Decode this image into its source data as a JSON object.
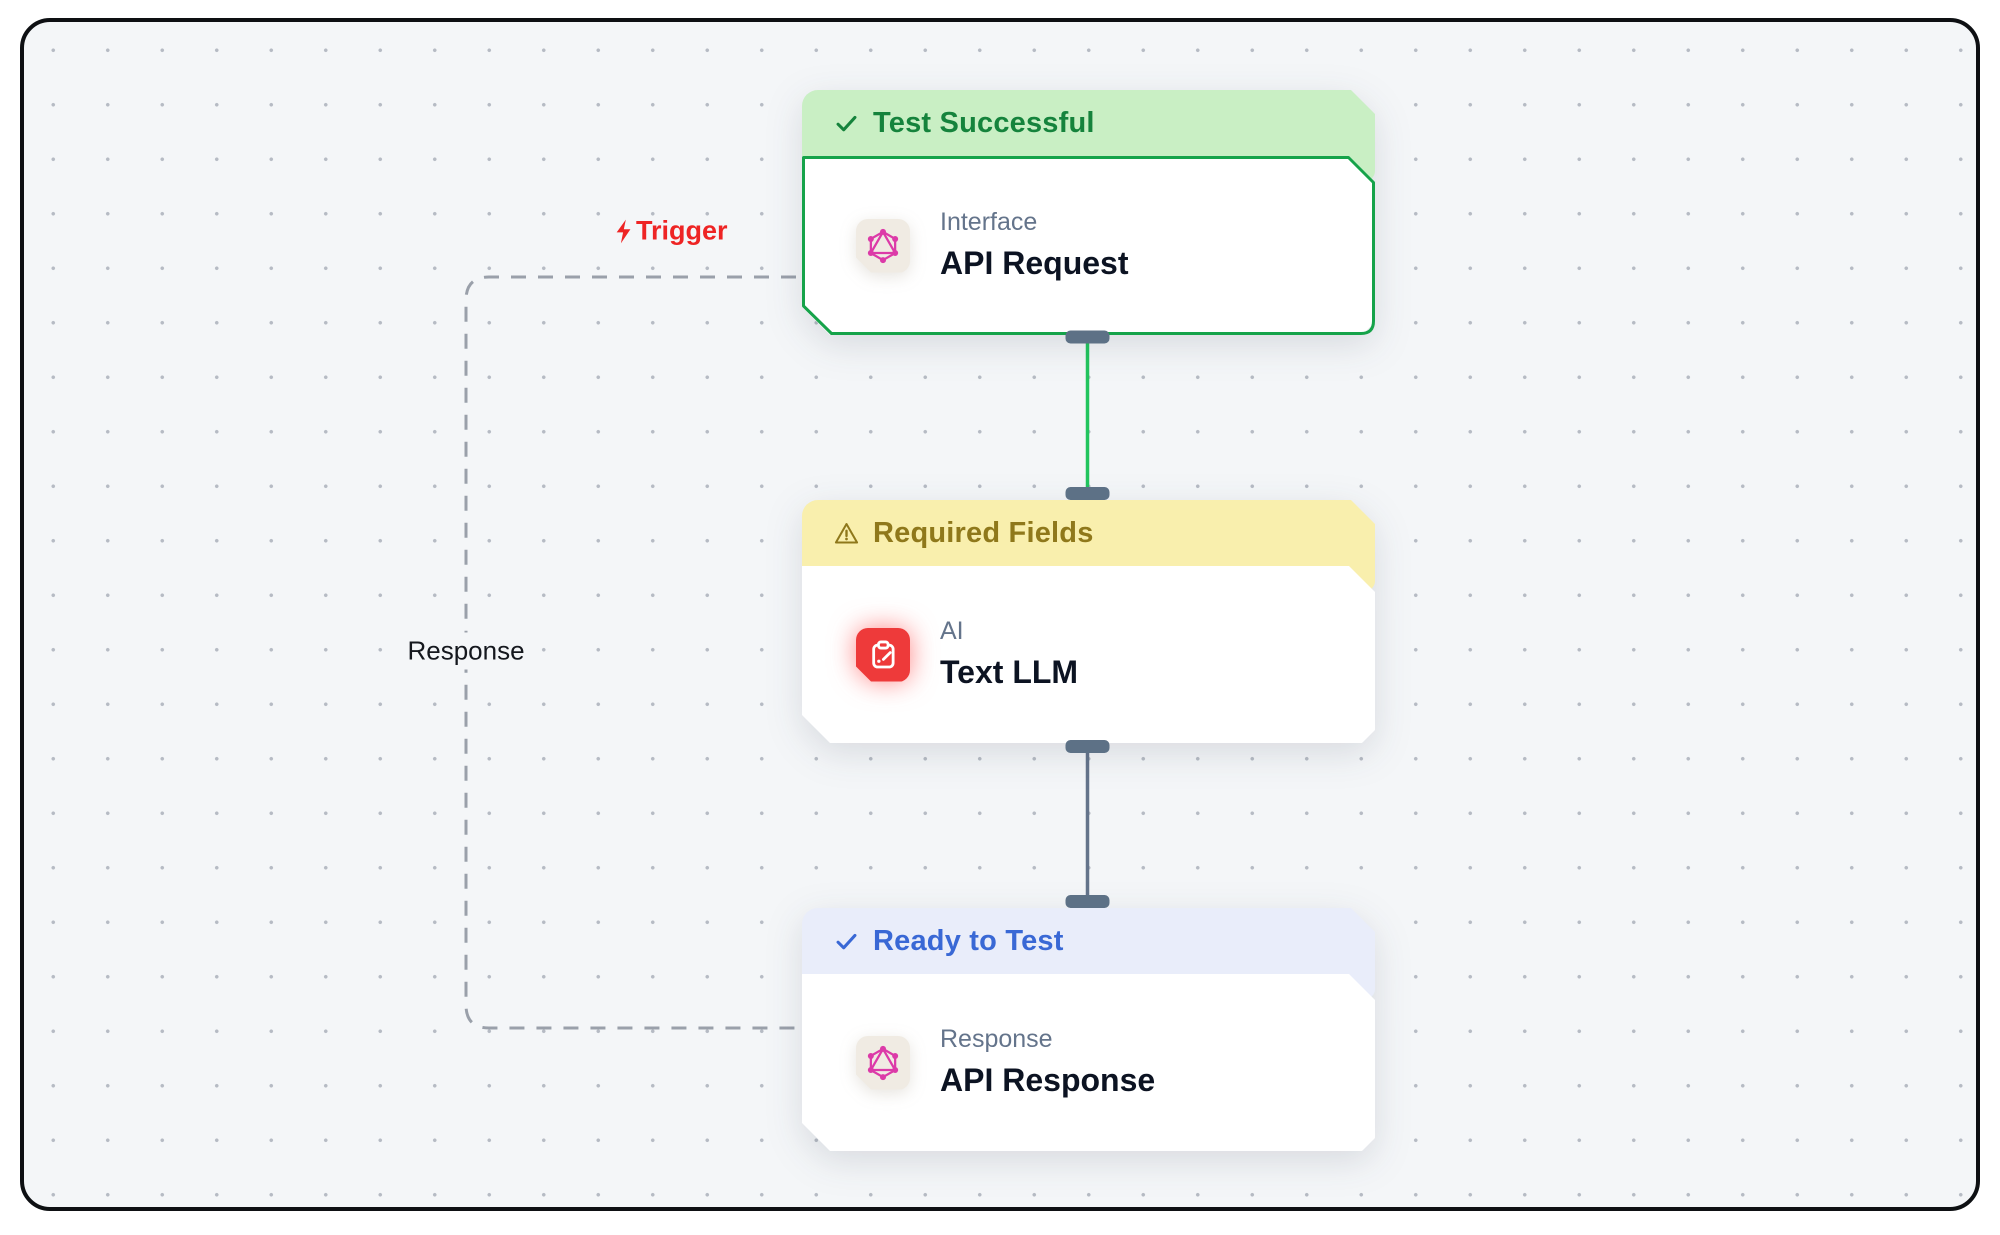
{
  "canvas": {
    "background": "#f4f6f8",
    "dot_color": "#b6bbc4",
    "frame_border_color": "#0e1013"
  },
  "labels": {
    "trigger": "Trigger",
    "response": "Response"
  },
  "edges": {
    "trigger_to_llm_color": "#22c55e",
    "llm_to_response_color": "#64748b",
    "response_loop_color": "#9aa0aa",
    "handle_color": "#5d7186"
  },
  "nodes": [
    {
      "status": {
        "label": "Test Successful",
        "icon": "check-icon",
        "bg": "#c9efc4",
        "text_color": "#15833c"
      },
      "border_color": "#16a34a",
      "category": "Interface",
      "title": "API Request",
      "icon": "graphql-icon"
    },
    {
      "status": {
        "label": "Required Fields",
        "icon": "warning-icon",
        "bg": "#f9efad",
        "text_color": "#8f781b"
      },
      "category": "AI",
      "title": "Text LLM",
      "icon": "clipboard-pen-icon"
    },
    {
      "status": {
        "label": "Ready to Test",
        "icon": "check-icon",
        "bg": "#e9edfa",
        "text_color": "#3968d5"
      },
      "category": "Response",
      "title": "API Response",
      "icon": "graphql-icon"
    }
  ]
}
